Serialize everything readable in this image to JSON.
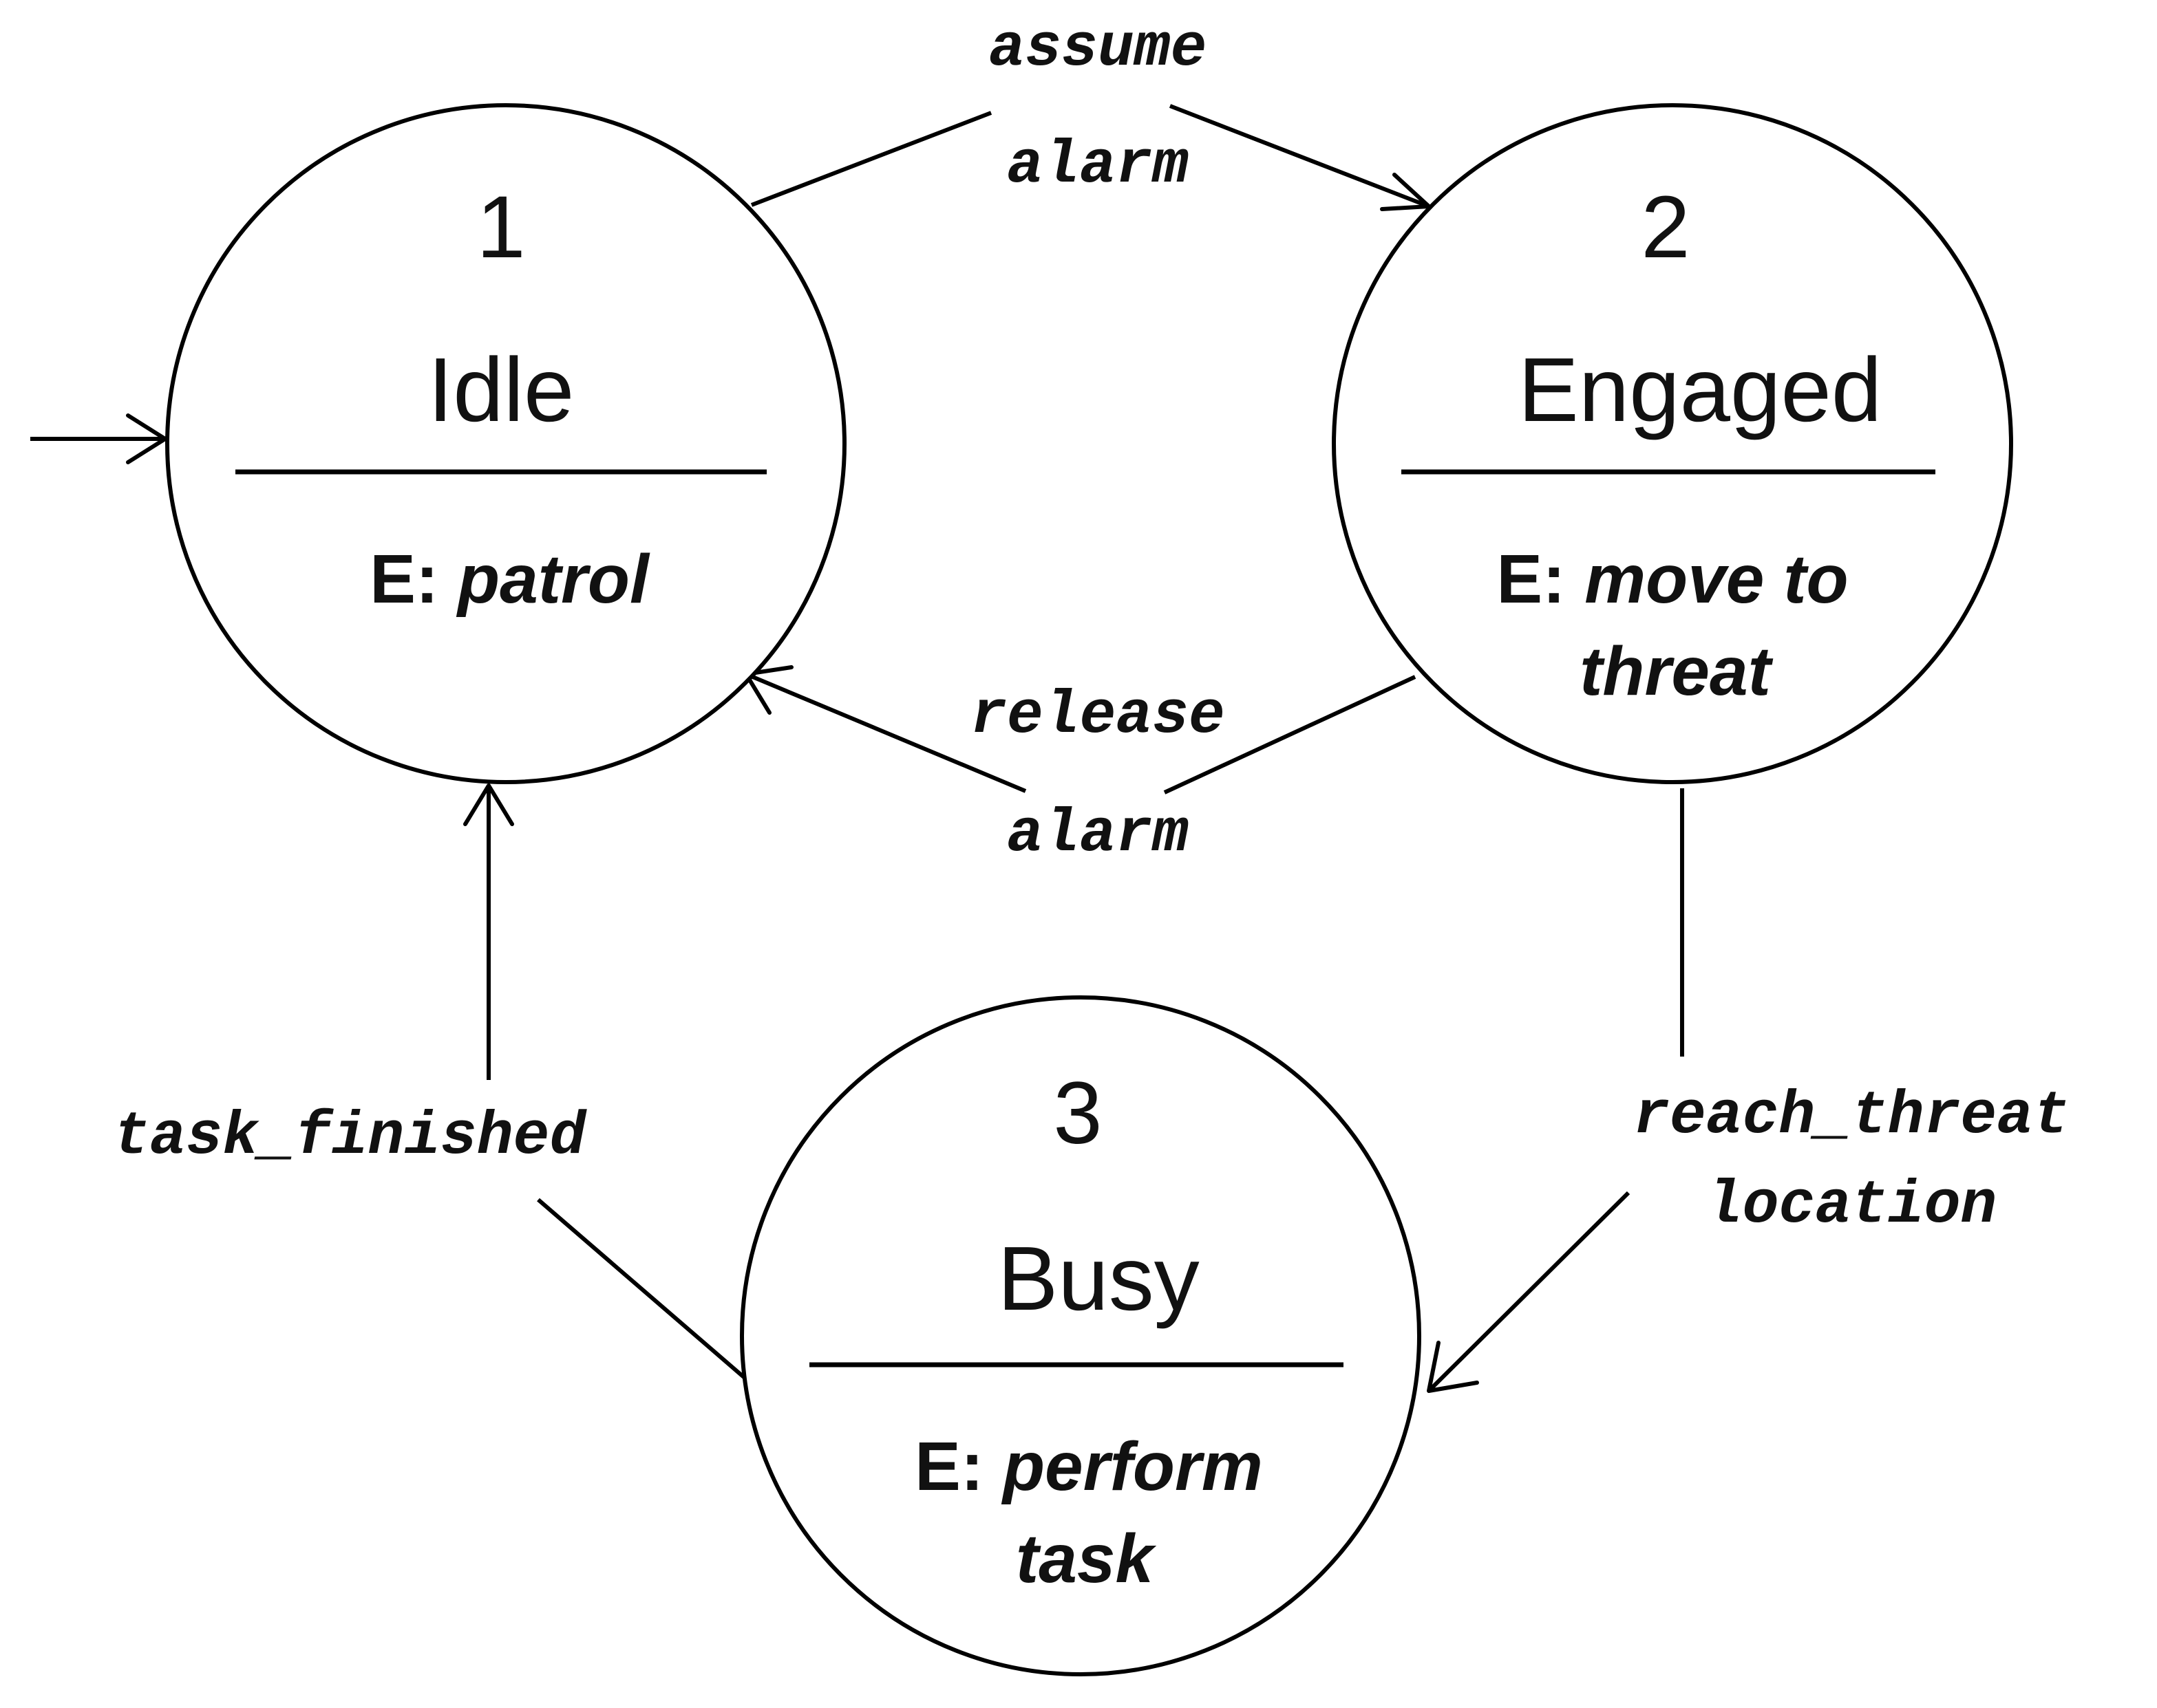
{
  "states": [
    {
      "number": "1",
      "name": "Idle",
      "entry_prefix": "E:",
      "entry_action_lines": [
        "patrol"
      ],
      "initial": true
    },
    {
      "number": "2",
      "name": "Engaged",
      "entry_prefix": "E:",
      "entry_action_lines": [
        "move to",
        "threat"
      ]
    },
    {
      "number": "3",
      "name": "Busy",
      "entry_prefix": "E:",
      "entry_action_lines": [
        "perform",
        "task"
      ]
    }
  ],
  "transitions": [
    {
      "from": "1",
      "to": "2",
      "label_lines": [
        "assume",
        "alarm"
      ]
    },
    {
      "from": "2",
      "to": "1",
      "label_lines": [
        "release",
        "alarm"
      ]
    },
    {
      "from": "2",
      "to": "3",
      "label_lines": [
        "reach_threat",
        "location"
      ]
    },
    {
      "from": "3",
      "to": "1",
      "label_lines": [
        "task_finished"
      ]
    }
  ]
}
